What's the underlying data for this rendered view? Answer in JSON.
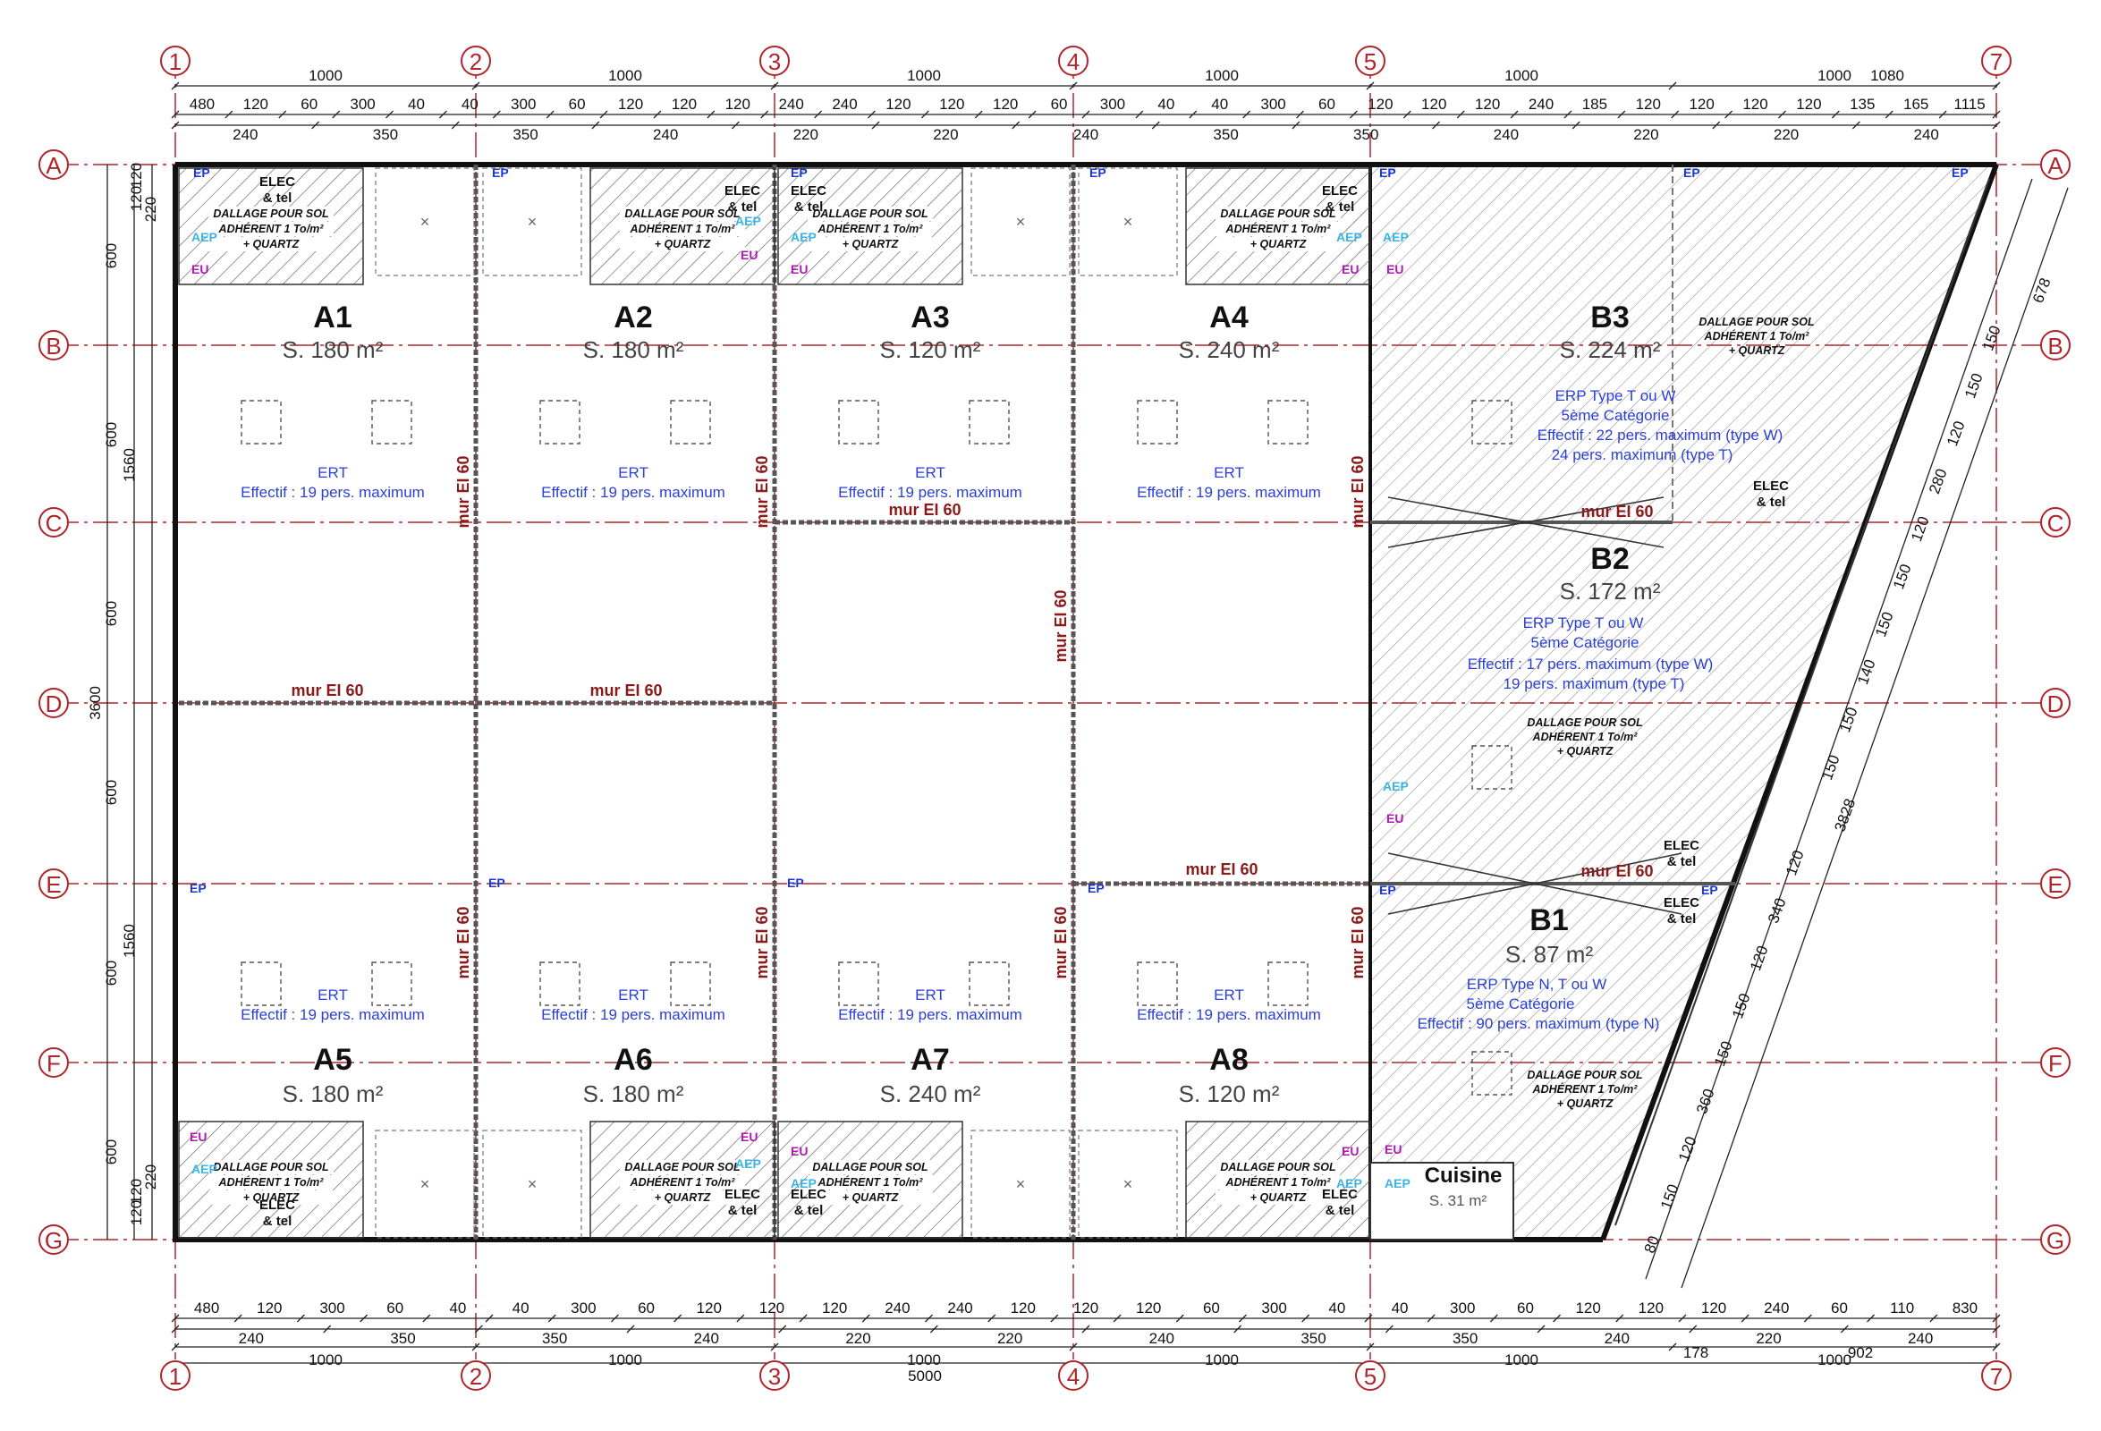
{
  "columns": [
    "1",
    "2",
    "3",
    "4",
    "5",
    "7"
  ],
  "rows": [
    "A",
    "B",
    "C",
    "D",
    "E",
    "F",
    "G"
  ],
  "top_dims_main": [
    "1000",
    "1000",
    "1000",
    "1000",
    "1000",
    "1000",
    "1080"
  ],
  "top_dims_sub": [
    "480",
    "120",
    "60",
    "300",
    "40",
    "40",
    "300",
    "60",
    "120",
    "120",
    "120",
    "240",
    "240",
    "120",
    "120",
    "120",
    "60",
    "300",
    "40",
    "40",
    "300",
    "60",
    "120",
    "120",
    "120",
    "240",
    "185",
    "120",
    "120",
    "120",
    "120",
    "135",
    "165",
    "1115"
  ],
  "top_dims_low": [
    "240",
    "350",
    "350",
    "240",
    "220",
    "220",
    "240",
    "350",
    "350",
    "240",
    "220",
    "220",
    "240"
  ],
  "bottom_dims_sub": [
    "480",
    "120",
    "300",
    "60",
    "40",
    "40",
    "300",
    "60",
    "120",
    "120",
    "120",
    "240",
    "240",
    "120",
    "120",
    "120",
    "60",
    "300",
    "40",
    "40",
    "300",
    "60",
    "120",
    "120",
    "120",
    "240",
    "60",
    "110",
    "830"
  ],
  "bottom_dims_low": [
    "240",
    "350",
    "350",
    "240",
    "220",
    "220",
    "240",
    "350",
    "350",
    "240",
    "220",
    "240"
  ],
  "bottom_dims_main": [
    "1000",
    "1000",
    "1000",
    "1000",
    "1000",
    "1000",
    "178",
    "902"
  ],
  "bottom_total": "5000",
  "left_dims": [
    "120",
    "120",
    "220",
    "600",
    "1560",
    "600",
    "600",
    "3600",
    "600",
    "1560",
    "600",
    "600",
    "120",
    "120",
    "220"
  ],
  "right_dims": [
    "678",
    "150",
    "150",
    "120",
    "280",
    "120",
    "150",
    "150",
    "140",
    "150",
    "150",
    "3828",
    "120",
    "340",
    "120",
    "150",
    "150",
    "360",
    "120",
    "150",
    "80"
  ],
  "units": [
    {
      "name": "A1",
      "area": "S. 180 m²",
      "ert": "ERT",
      "effectif": "Effectif : 19 pers. maximum"
    },
    {
      "name": "A2",
      "area": "S. 180 m²",
      "ert": "ERT",
      "effectif": "Effectif : 19 pers. maximum"
    },
    {
      "name": "A3",
      "area": "S. 120 m²",
      "ert": "ERT",
      "effectif": "Effectif : 19 pers. maximum"
    },
    {
      "name": "A4",
      "area": "S. 240 m²",
      "ert": "ERT",
      "effectif": "Effectif : 19 pers. maximum"
    },
    {
      "name": "A5",
      "area": "S. 180 m²",
      "ert": "ERT",
      "effectif": "Effectif : 19 pers. maximum"
    },
    {
      "name": "A6",
      "area": "S. 180 m²",
      "ert": "ERT",
      "effectif": "Effectif : 19 pers. maximum"
    },
    {
      "name": "A7",
      "area": "S. 240 m²",
      "ert": "ERT",
      "effectif": "Effectif : 19 pers. maximum"
    },
    {
      "name": "A8",
      "area": "S. 120 m²",
      "ert": "ERT",
      "effectif": "Effectif : 19 pers. maximum"
    }
  ],
  "b_units": {
    "b3": {
      "name": "B3",
      "area": "S. 224 m²",
      "l1": "ERP Type  T ou W",
      "l2": "5ème Catégorie",
      "l3": "Effectif : 22 pers. maximum (type W)",
      "l4": "24 pers. maximum (type T)"
    },
    "b2": {
      "name": "B2",
      "area": "S. 172 m²",
      "l1": "ERP Type T ou W",
      "l2": "5ème Catégorie",
      "l3": "Effectif : 17 pers. maximum (type W)",
      "l4": "19 pers. maximum (type T)"
    },
    "b1": {
      "name": "B1",
      "area": "S. 87 m²",
      "l1": "ERP Type  N, T ou W",
      "l2": "5ème Catégorie",
      "l3": "Effectif : 90 pers. maximum (type N)"
    },
    "cuisine": {
      "name": "Cuisine",
      "area": "S. 31 m²"
    }
  },
  "labels": {
    "mur": "mur EI 60",
    "dallage1": "DALLAGE POUR SOL",
    "dallage2": "ADHÉRENT 1 To/m²",
    "dallage3": "+ QUARTZ",
    "elec1": "ELEC",
    "elec2": "& tel",
    "ep": "EP",
    "aep": "AEP",
    "eu": "EU"
  }
}
